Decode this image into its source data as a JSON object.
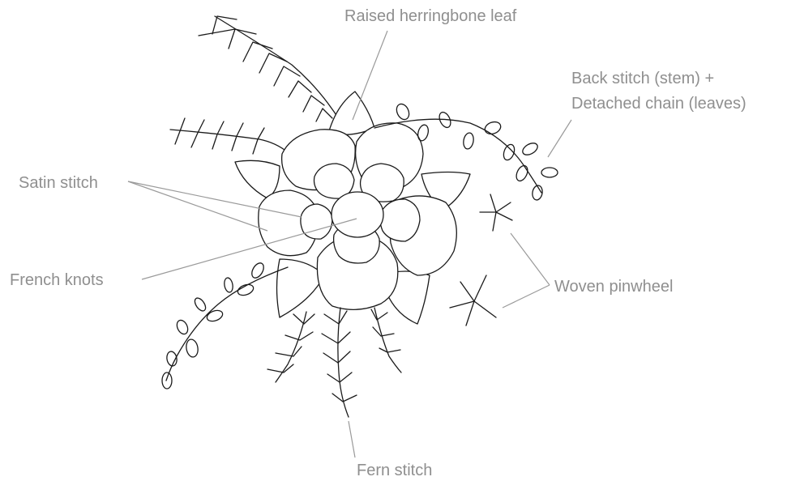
{
  "labels": {
    "raised_herringbone": "Raised herringbone leaf",
    "back_stitch_line1": "Back stitch (stem) +",
    "back_stitch_line2": "Detached chain (leaves)",
    "satin": "Satin stitch",
    "french_knots": "French knots",
    "woven_pinwheel": "Woven pinwheel",
    "fern": "Fern stitch"
  },
  "colors": {
    "line": "#1a1a1a",
    "label": "#8f8f8f",
    "leader": "#9a9a9a",
    "background": "#ffffff"
  }
}
